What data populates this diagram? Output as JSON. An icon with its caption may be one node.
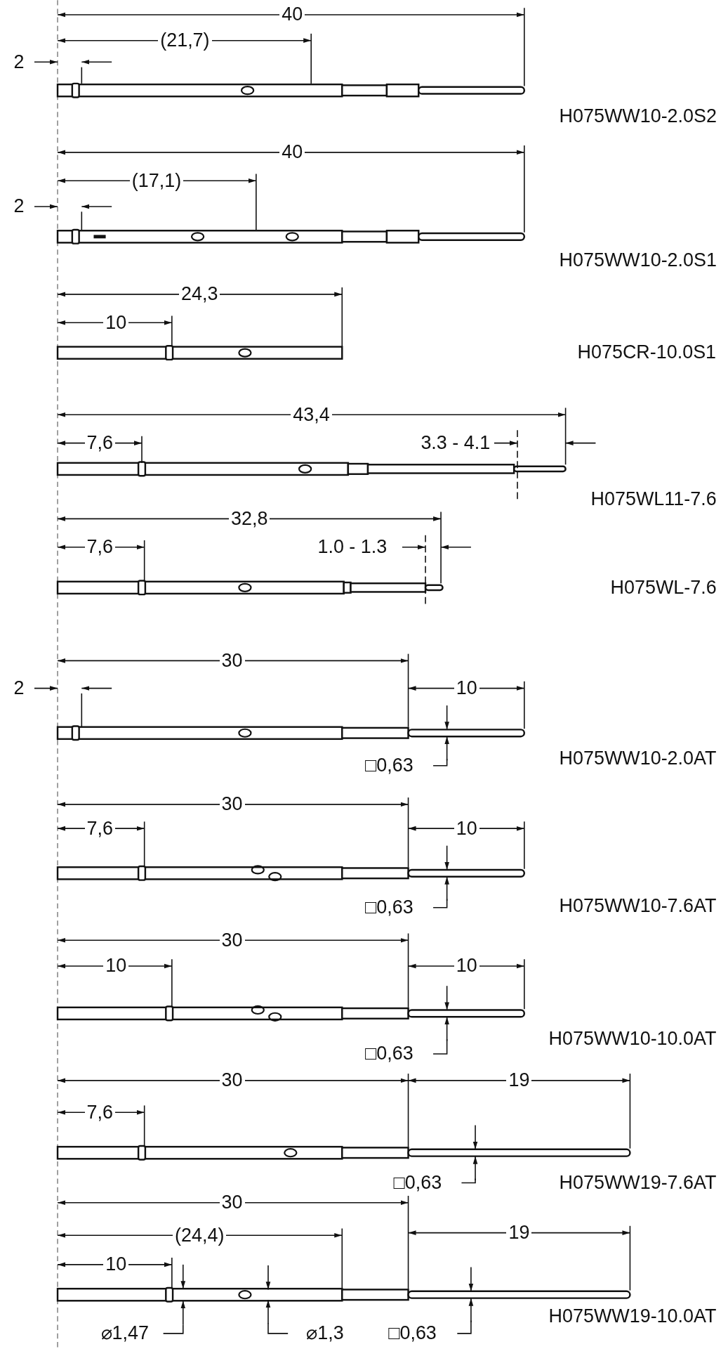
{
  "diagram": {
    "labels": [
      "40",
      "(21,7)",
      "2",
      "H075WW10-2.0S2",
      "40",
      "(17,1)",
      "2",
      "H075WW10-2.0S1",
      "24,3",
      "10",
      "H075CR-10.0S1",
      "43,4",
      "7,6",
      "3.3 - 4.1",
      "H075WL11-7.6",
      "32,8",
      "7,6",
      "1.0 - 1.3",
      "H075WL-7.6",
      "30",
      "2",
      "10",
      "□0,63",
      "H075WW10-2.0AT",
      "30",
      "7,6",
      "10",
      "□0,63",
      "H075WW10-7.6AT",
      "30",
      "10",
      "10",
      "□0,63",
      "H075WW10-10.0AT",
      "30",
      "7,6",
      "19",
      "□0,63",
      "H075WW19-7.6AT",
      "30",
      "(24,4)",
      "19",
      "10",
      "⌀1,47",
      "⌀1,3",
      "□0,63",
      "H075WW19-10.0AT"
    ]
  }
}
